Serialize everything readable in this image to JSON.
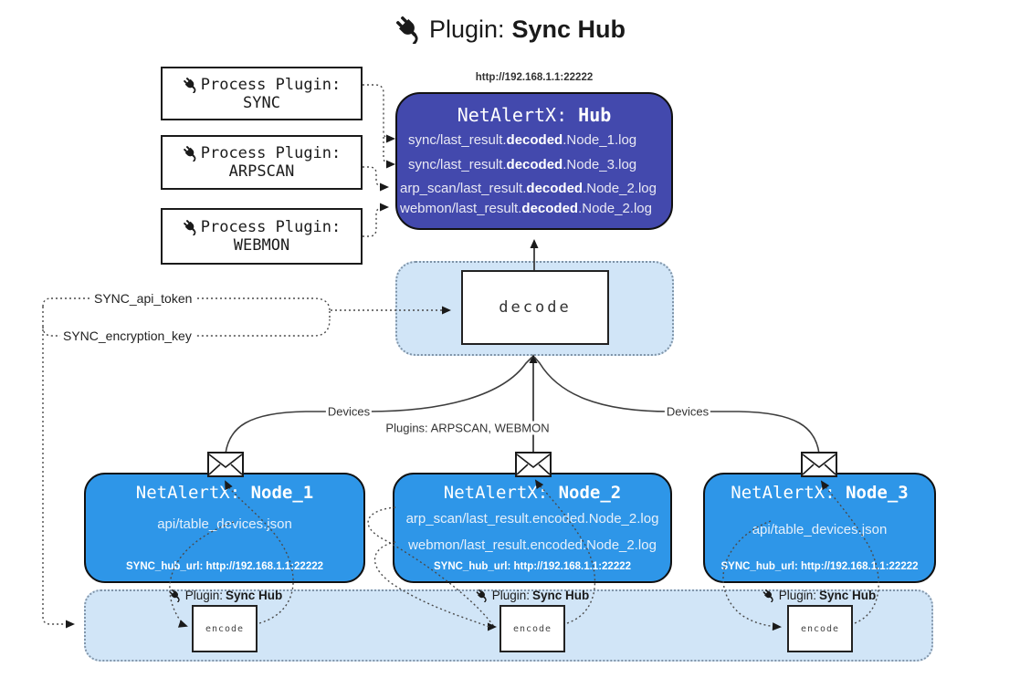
{
  "title": {
    "prefix": "Plugin:",
    "name": "Sync Hub"
  },
  "process_plugins": [
    {
      "line1": "Process Plugin:",
      "name": "SYNC"
    },
    {
      "line1": "Process Plugin:",
      "name": "ARPSCAN"
    },
    {
      "line1": "Process Plugin:",
      "name": "WEBMON"
    }
  ],
  "hub": {
    "url": "http://192.168.1.1:22222",
    "title_prefix": "NetAlertX: ",
    "title_name": "Hub",
    "log_lines": [
      {
        "pre": "sync/last_result.",
        "bold": "decoded",
        "post": ".Node_1.log"
      },
      {
        "pre": "sync/last_result.",
        "bold": "decoded",
        "post": ".Node_3.log"
      },
      {
        "pre": "arp_scan/last_result.",
        "bold": "decoded",
        "post": ".Node_2.log"
      },
      {
        "pre": "webmon/last_result.",
        "bold": "decoded",
        "post": ".Node_2.log"
      }
    ]
  },
  "decode": {
    "label": "decode"
  },
  "config": {
    "api_token": "SYNC_api_token",
    "encryption_key": "SYNC_encryption_key"
  },
  "edge_labels": {
    "devices_left": "Devices",
    "plugins": "Plugins: ARPSCAN, WEBMON",
    "devices_right": "Devices"
  },
  "nodes": [
    {
      "title_prefix": "NetAlertX: ",
      "title_name": "Node_1",
      "files": [
        "api/table_devices.json"
      ],
      "hub_url": "SYNC_hub_url: http://192.168.1.1:22222"
    },
    {
      "title_prefix": "NetAlertX: ",
      "title_name": "Node_2",
      "files": [
        "arp_scan/last_result.encoded.Node_2.log",
        "webmon/last_result.encoded.Node_2.log"
      ],
      "hub_url": "SYNC_hub_url: http://192.168.1.1:22222"
    },
    {
      "title_prefix": "NetAlertX: ",
      "title_name": "Node_3",
      "files": [
        "api/table_devices.json"
      ],
      "hub_url": "SYNC_hub_url: http://192.168.1.1:22222"
    }
  ],
  "encode_panel": {
    "groups": [
      {
        "label_prefix": "Plugin:",
        "label_name": "Sync Hub",
        "box_label": "encode"
      },
      {
        "label_prefix": "Plugin:",
        "label_name": "Sync Hub",
        "box_label": "encode"
      },
      {
        "label_prefix": "Plugin:",
        "label_name": "Sync Hub",
        "box_label": "encode"
      }
    ]
  },
  "colors": {
    "hub_bg": "#4349ad",
    "node_bg": "#2e96e8",
    "panel_bg": "#d1e5f7",
    "wire": "#3d3d3d"
  }
}
